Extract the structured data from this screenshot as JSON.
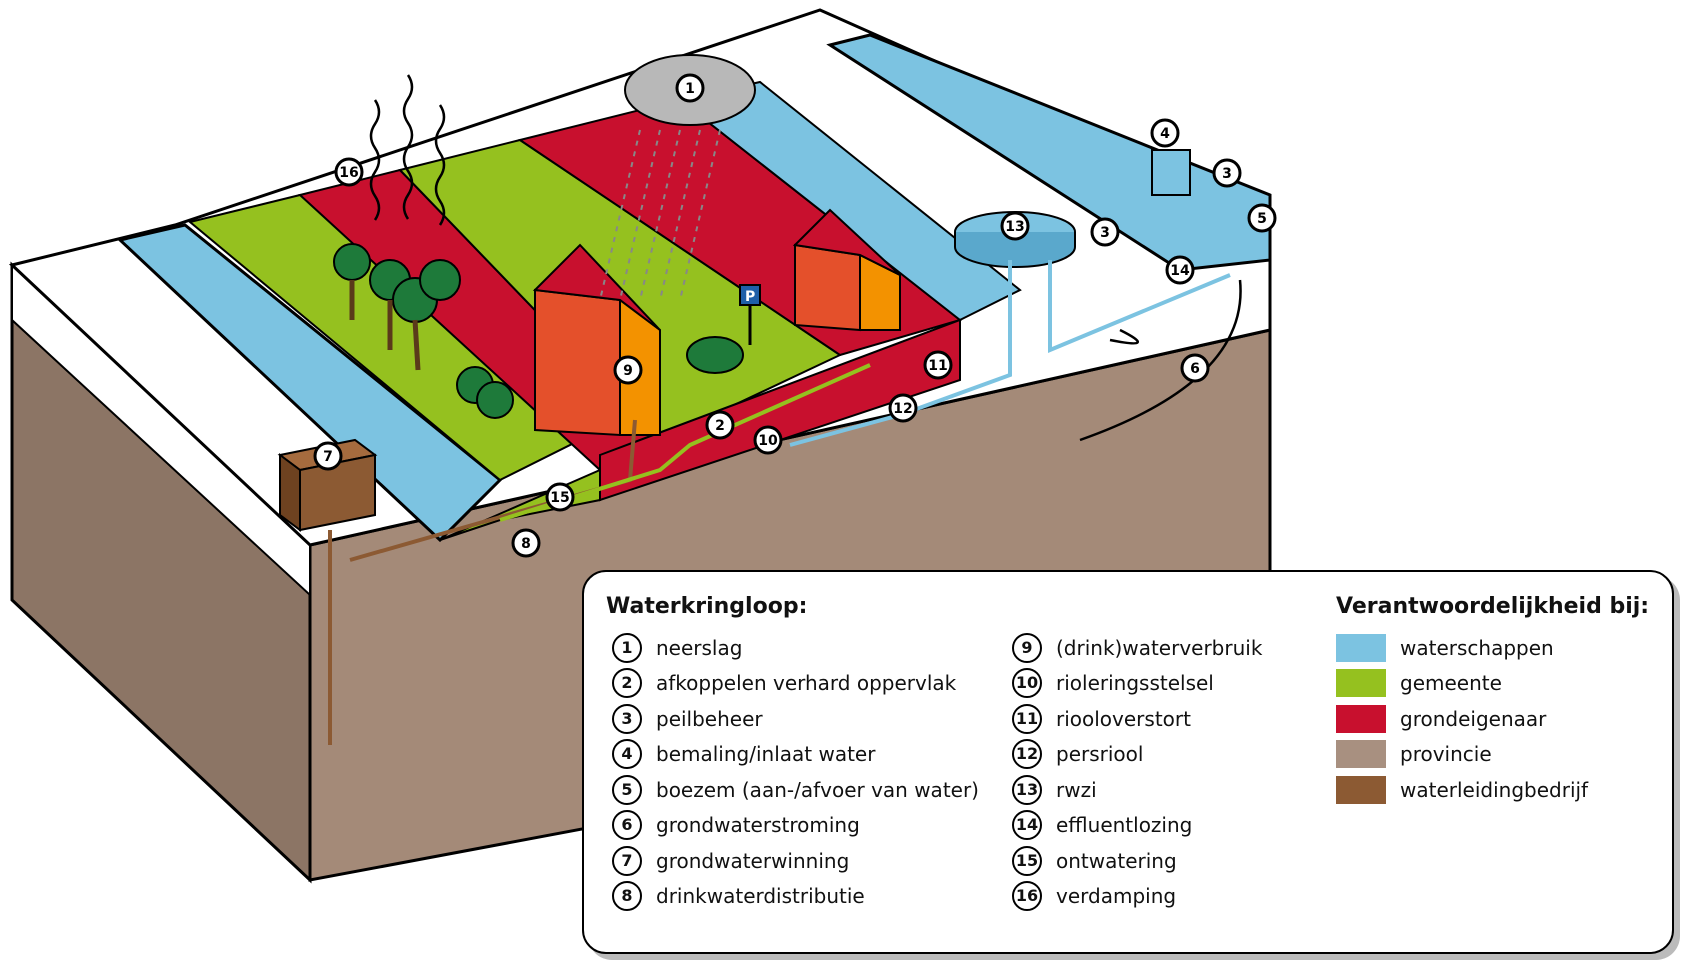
{
  "legend": {
    "cycle_title": "Waterkringloop:",
    "resp_title": "Verantwoordelijkheid bij:",
    "items": [
      {
        "num": "1",
        "label": "neerslag"
      },
      {
        "num": "2",
        "label": "afkoppelen verhard oppervlak"
      },
      {
        "num": "3",
        "label": "peilbeheer"
      },
      {
        "num": "4",
        "label": "bemaling/inlaat water"
      },
      {
        "num": "5",
        "label": "boezem (aan-/afvoer van water)"
      },
      {
        "num": "6",
        "label": "grondwaterstroming"
      },
      {
        "num": "7",
        "label": "grondwaterwinning"
      },
      {
        "num": "8",
        "label": "drinkwaterdistributie"
      },
      {
        "num": "9",
        "label": "(drink)waterverbruik"
      },
      {
        "num": "10",
        "label": "rioleringsstelsel"
      },
      {
        "num": "11",
        "label": "riooloverstort"
      },
      {
        "num": "12",
        "label": "persriool"
      },
      {
        "num": "13",
        "label": "rwzi"
      },
      {
        "num": "14",
        "label": "effluentlozing"
      },
      {
        "num": "15",
        "label": "ontwatering"
      },
      {
        "num": "16",
        "label": "verdamping"
      }
    ],
    "responsibility": [
      {
        "label": "waterschappen",
        "color": "#7cc3e1"
      },
      {
        "label": "gemeente",
        "color": "#95c11f"
      },
      {
        "label": "grondeigenaar",
        "color": "#c8102e"
      },
      {
        "label": "provincie",
        "color": "#a89080"
      },
      {
        "label": "waterleidingbedrijf",
        "color": "#8c5a33"
      }
    ]
  },
  "diagram": {
    "badges": [
      "1",
      "2",
      "3",
      "3",
      "4",
      "5",
      "6",
      "7",
      "8",
      "9",
      "10",
      "11",
      "12",
      "13",
      "14",
      "15",
      "16"
    ],
    "sign_letter": "P",
    "colors": {
      "water": "#7cc3e1",
      "green": "#95c11f",
      "red": "#c8102e",
      "soil": "#a48a78",
      "brown": "#8c5a33",
      "house_front": "#f39200",
      "house_side": "#e4502b"
    }
  }
}
